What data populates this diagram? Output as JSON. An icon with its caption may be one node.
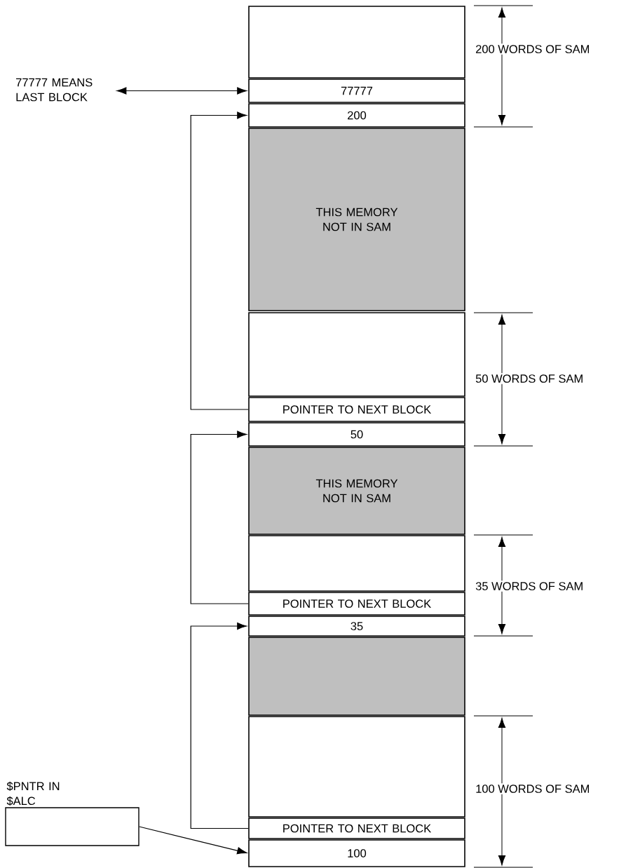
{
  "diagram": {
    "nodes": [
      {
        "text": [
          "77777 MEANS LAST BLOCK"
        ]
      },
      {
        "text": [],
        "shape": "box"
      },
      {
        "text": [
          "77777"
        ]
      },
      {
        "text": [
          "200"
        ]
      },
      {
        "text": [
          "THIS MEMORY NOT IN SAM"
        ]
      },
      {
        "text": [],
        "shape": "box"
      },
      {
        "text": [
          "POINTER TO NEXT BLOCK"
        ]
      },
      {
        "text": [
          "50"
        ]
      },
      {
        "text": [
          "THIS MEMORY NOT IN SAM"
        ]
      },
      {
        "text": [],
        "shape": "box"
      },
      {
        "text": [
          "POINTER TO NEXT BLOCK"
        ]
      },
      {
        "text": [
          "35"
        ]
      },
      {
        "text": [],
        "shape": "box"
      },
      {
        "text": [],
        "shape": "box"
      },
      {
        "text": [
          "POINTER TO NEXT BLOCK"
        ]
      },
      {
        "text": [
          "100"
        ]
      },
      {
        "text": [
          "$PNTR IN $ALC"
        ]
      }
    ],
    "edges": [
      {
        "from": 0,
        "to": 2,
        "arrow": "both"
      },
      {
        "from": 6,
        "to": 3,
        "arrow": "to"
      },
      {
        "from": 10,
        "to": 7,
        "arrow": "to"
      },
      {
        "from": 14,
        "to": 11,
        "arrow": "to"
      },
      {
        "from": 16,
        "to": 15,
        "arrow": "to"
      }
    ],
    "labels": [
      "200 WORDS OF SAM",
      "50 WORDS OF SAM",
      "35 WORDS OF SAM",
      "100 WORDS OF SAM"
    ]
  }
}
